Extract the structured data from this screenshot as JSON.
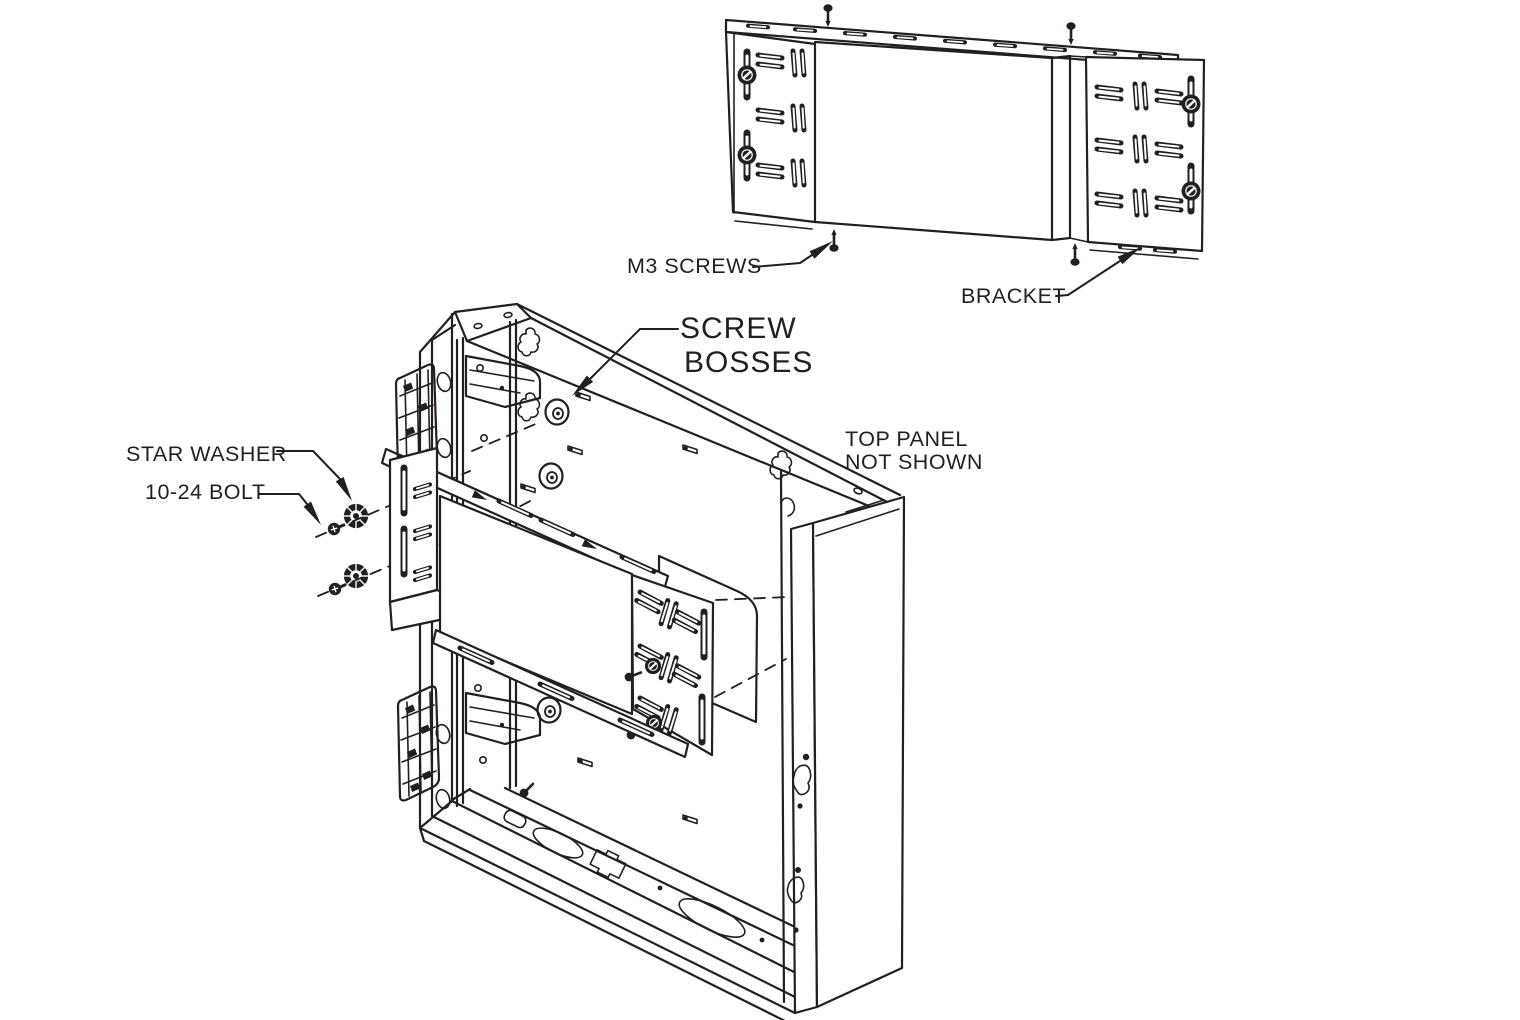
{
  "diagram": {
    "type": "exploded-assembly-technical-drawing",
    "background": "#ffffff",
    "line_color": "#231f20",
    "callouts": {
      "m3_screws": "M3 SCREWS",
      "bracket": "BRACKET",
      "screw_bosses": {
        "line1": "SCREW",
        "line2": "BOSSES"
      },
      "star_washer": "STAR WASHER",
      "bolt_10_24": "10-24 BOLT",
      "top_panel_note": {
        "line1": "TOP PANEL",
        "line2": "NOT SHOWN"
      }
    }
  }
}
